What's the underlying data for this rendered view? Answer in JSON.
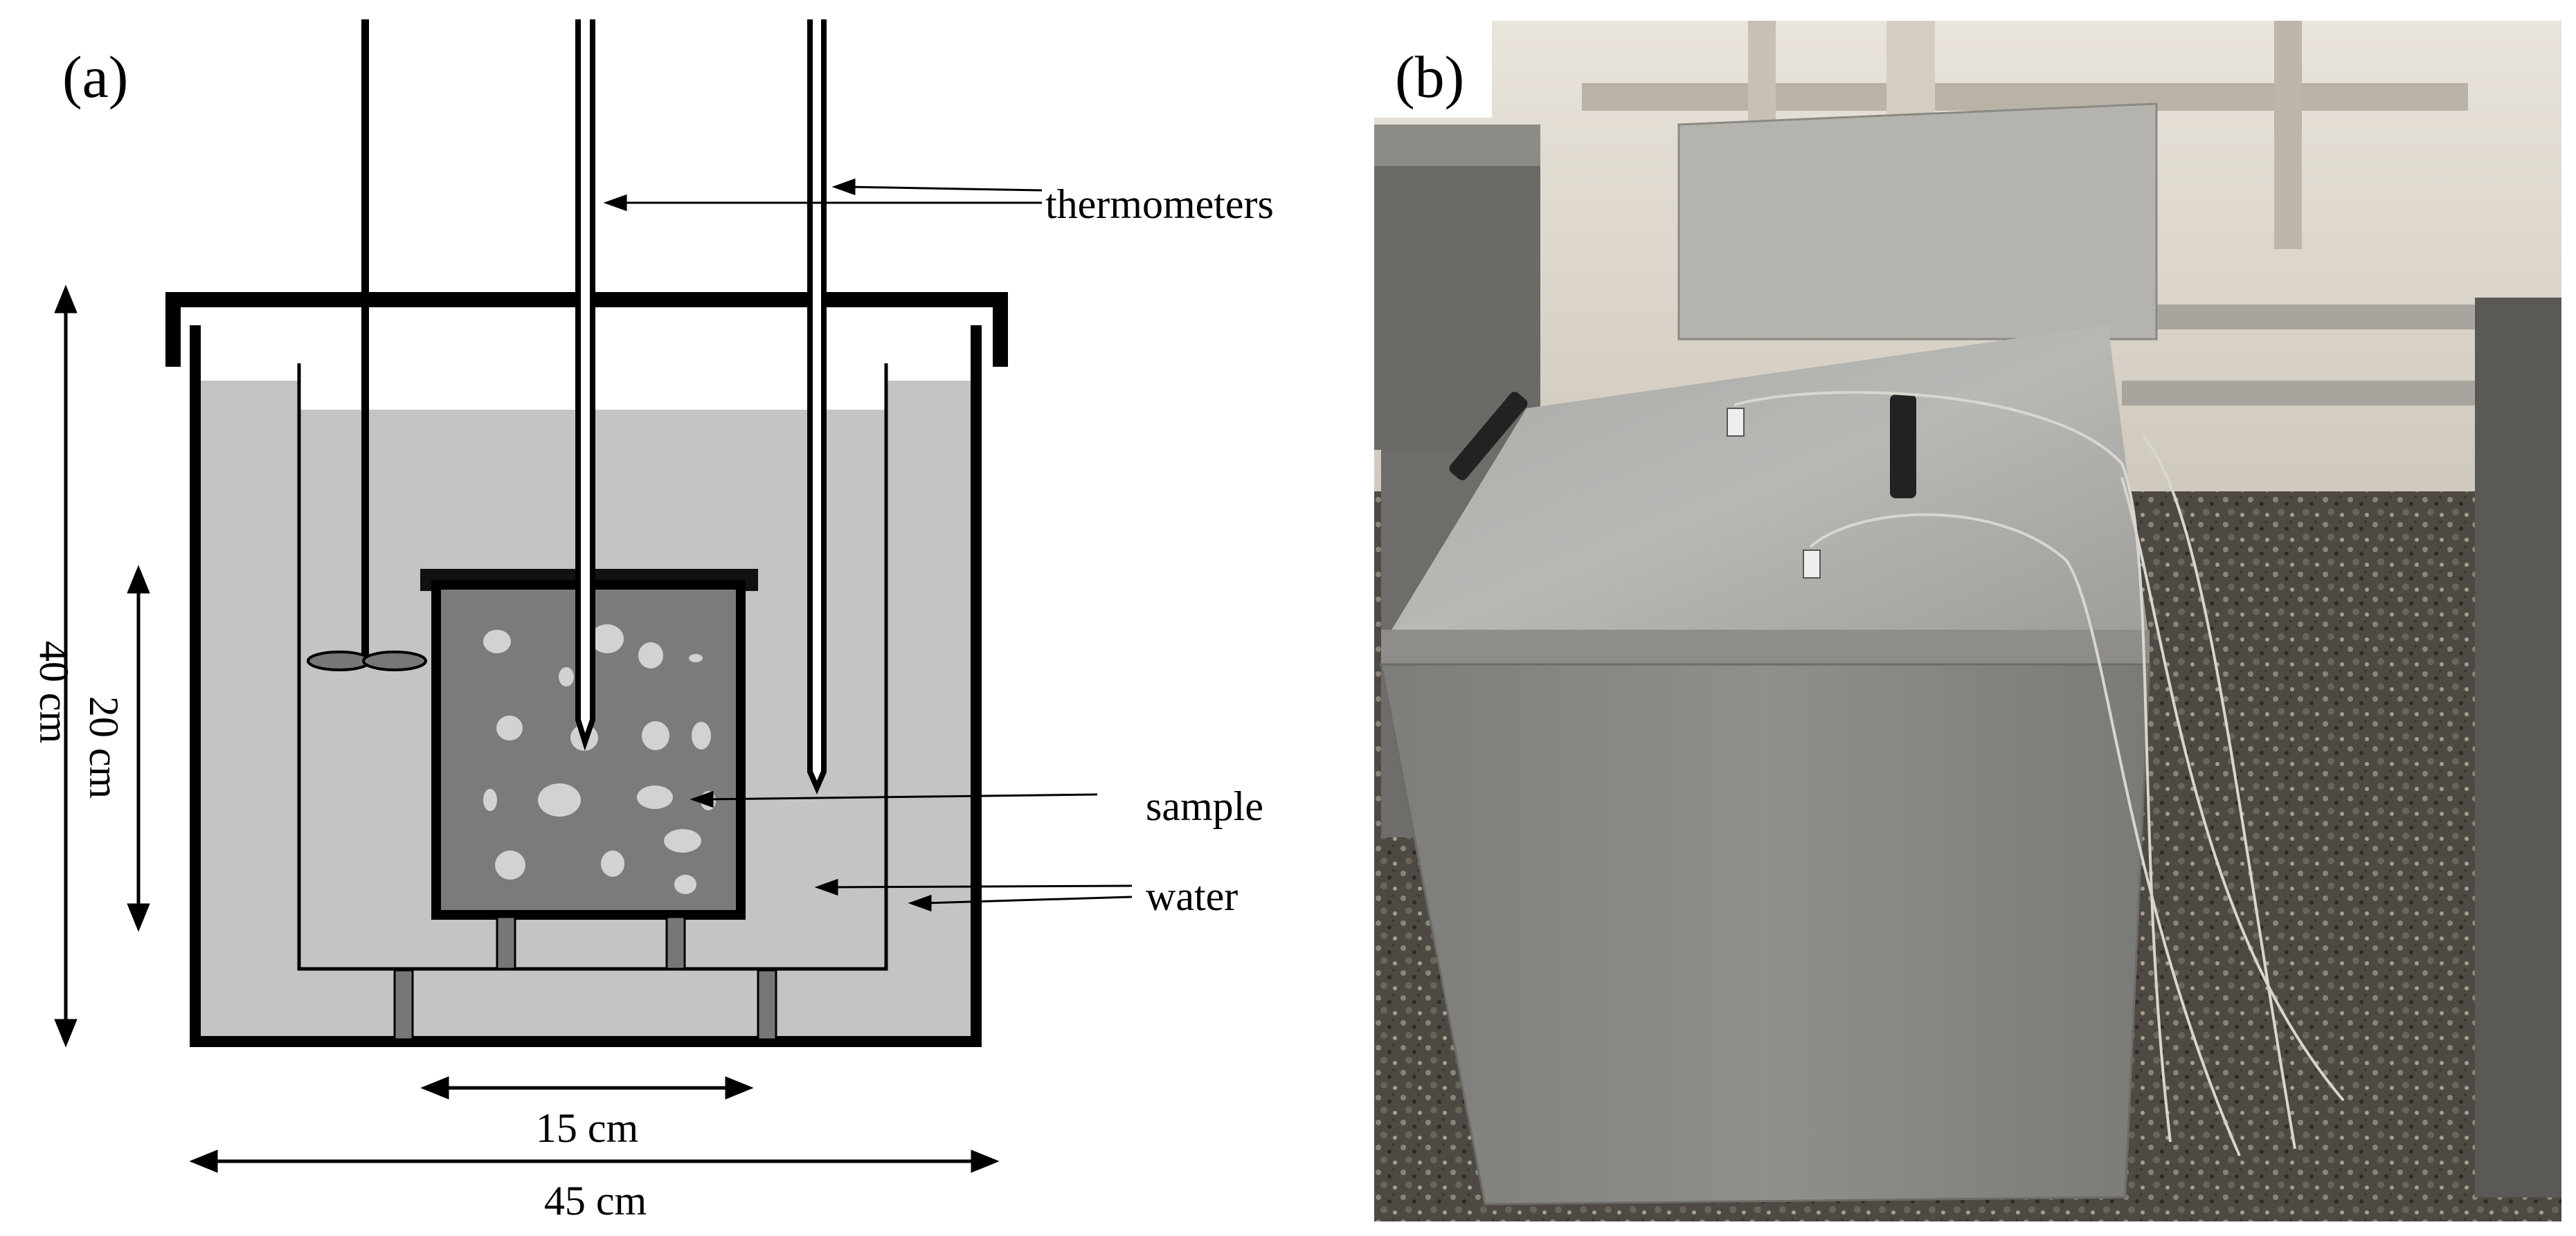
{
  "panel_a": {
    "label": "(a)",
    "annotations": {
      "thermometers": "thermometers",
      "sample": "sample",
      "water": "water"
    },
    "dimensions": {
      "height_outer": "40 cm",
      "height_inner": "20 cm",
      "width_inner": "15 cm",
      "width_outer": "45 cm"
    }
  },
  "panel_b": {
    "label": "(b)",
    "photo_description": "photograph"
  },
  "colors": {
    "water": "#c4c4c4",
    "sample_fill": "#7b7b7b",
    "aggregate": "#d2d2d2",
    "frame": "#000000"
  }
}
